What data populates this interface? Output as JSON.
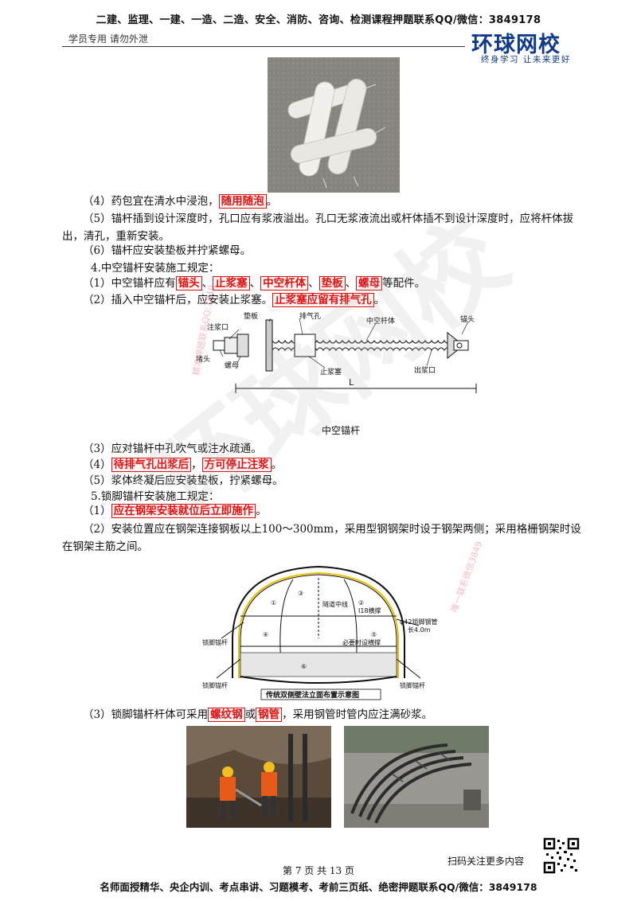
{
  "header": {
    "banner": "二建、监理、一建、一造、二造、安全、消防、咨询、检测课程押题联系QQ/微信：3849178",
    "subtitle": "学员专用 请勿外泄",
    "logo": "环球网校",
    "logo_slogan": "终身学习 让未来更好"
  },
  "watermarks": {
    "big": "环球网校",
    "small_1": "精准押题联系QQ:3849",
    "small_2": "唯一联系微信3849"
  },
  "content": {
    "p4_prefix": "（4）药包宜在清水中浸泡，",
    "p4_hl": "随用随泡",
    "p4_suffix": "。",
    "p5": "（5）锚杆插到设计深度时，孔口应有浆液溢出。孔口无浆液流出或杆体插不到设计深度时，应将杆体拔出，清孔，重新安装。",
    "p6": "（6）锚杆应安装垫板并拧紧螺母。",
    "h4": "4.中空锚杆安装施工规定：",
    "h4_1_prefix": "（1）中空锚杆应有",
    "h4_1_hl1": "锚头",
    "h4_1_sep": "、",
    "h4_1_hl2": "止浆塞",
    "h4_1_hl3": "中空杆体",
    "h4_1_hl4": "垫板",
    "h4_1_hl5": "螺母",
    "h4_1_suffix": "等配件。",
    "h4_2_prefix": "（2）插入中空锚杆后，应安装止浆塞。",
    "h4_2_hl": "止浆塞应留有排气孔",
    "h4_2_suffix": "。",
    "h4_3": "（3）应对锚杆中孔吹气或注水疏通。",
    "h4_4_prefix": "（4）",
    "h4_4_hl1": "待排气孔出浆后",
    "h4_4_sep": "，",
    "h4_4_hl2": "方可停止注浆",
    "h4_4_suffix": "。",
    "h4_5": "（5）浆体终凝后应安装垫板，拧紧螺母。",
    "h5": "5.锁脚锚杆安装施工规定：",
    "h5_1_prefix": "（1）",
    "h5_1_hl": "应在钢架安装就位后立即施作",
    "h5_1_suffix": "。",
    "h5_2": "（2）安装位置应在钢架连接钢板以上100～300mm，采用型钢钢架时设于钢架两侧；采用格栅钢架时设在钢架主筋之间。",
    "h5_3_prefix": "（3）锁脚锚杆杆体可采用",
    "h5_3_hl1": "螺纹钢",
    "h5_3_mid": "或",
    "h5_3_hl2": "钢管",
    "h5_3_suffix": "，采用钢管时管内应注满砂浆。"
  },
  "diagram1": {
    "labels": {
      "pad": "垫板",
      "vent": "排气孔",
      "body": "中空杆体",
      "head": "锚头",
      "inlet": "注浆口",
      "plug": "堵头",
      "nut": "螺母",
      "stopper": "止浆塞",
      "outlet": "出浆口",
      "length": "L"
    },
    "caption": "中空锚杆"
  },
  "diagram2": {
    "labels": {
      "centerline": "隧道中线",
      "rebar": "I18横撑",
      "pipe": "φ42锁脚钢管",
      "pipe_len": "长4.0m",
      "brace": "必要时设横撑",
      "left_bolt": "锁脚锚杆",
      "left_bolt_2": "锁脚锚杆",
      "right_bolt": "锁脚锚杆",
      "n1": "①",
      "n2": "②",
      "n3": "③",
      "n4": "④",
      "n5": "⑤",
      "n6": "⑥"
    },
    "caption": "传统双侧壁法立面布置示意图"
  },
  "footer": {
    "scan": "扫码关注更多内容",
    "page": "第 7 页 共 13 页",
    "ad": "名师面授精华、央企内训、考点串讲、习题模考、考前三页纸、绝密押题联系QQ/微信：3849178"
  }
}
